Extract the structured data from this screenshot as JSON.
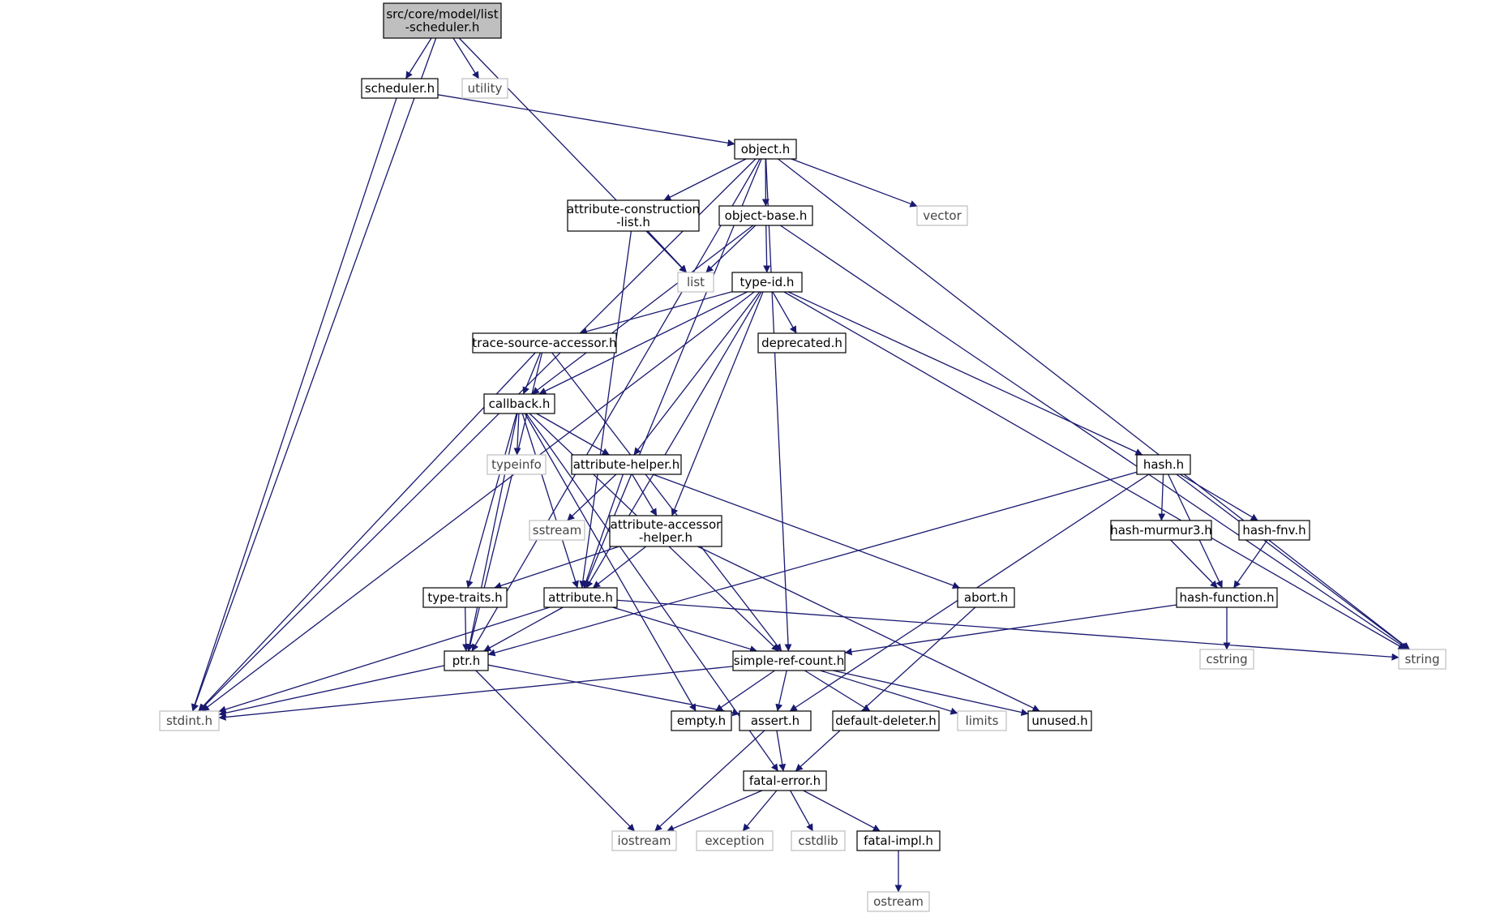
{
  "colors": {
    "edge": "#191970",
    "root_fill": "#bfbfbf",
    "node_fill": "#ffffff",
    "node_border": "#000000",
    "external_border": "#bfbfbf",
    "external_text": "#444444"
  },
  "nodes": [
    {
      "id": "list-scheduler",
      "lines": [
        "src/core/model/list",
        "-scheduler.h"
      ],
      "kind": "root"
    },
    {
      "id": "scheduler",
      "lines": [
        "scheduler.h"
      ],
      "kind": "file"
    },
    {
      "id": "utility",
      "lines": [
        "utility"
      ],
      "kind": "external"
    },
    {
      "id": "object",
      "lines": [
        "object.h"
      ],
      "kind": "file"
    },
    {
      "id": "attribute-construction-list",
      "lines": [
        "attribute-construction",
        "-list.h"
      ],
      "kind": "file"
    },
    {
      "id": "object-base",
      "lines": [
        "object-base.h"
      ],
      "kind": "file"
    },
    {
      "id": "vector",
      "lines": [
        "vector"
      ],
      "kind": "external"
    },
    {
      "id": "list",
      "lines": [
        "list"
      ],
      "kind": "external"
    },
    {
      "id": "type-id",
      "lines": [
        "type-id.h"
      ],
      "kind": "file"
    },
    {
      "id": "trace-source-accessor",
      "lines": [
        "trace-source-accessor.h"
      ],
      "kind": "file"
    },
    {
      "id": "deprecated",
      "lines": [
        "deprecated.h"
      ],
      "kind": "file"
    },
    {
      "id": "callback",
      "lines": [
        "callback.h"
      ],
      "kind": "file"
    },
    {
      "id": "typeinfo",
      "lines": [
        "typeinfo"
      ],
      "kind": "external"
    },
    {
      "id": "attribute-helper",
      "lines": [
        "attribute-helper.h"
      ],
      "kind": "file"
    },
    {
      "id": "sstream",
      "lines": [
        "sstream"
      ],
      "kind": "external"
    },
    {
      "id": "attribute-accessor-helper",
      "lines": [
        "attribute-accessor",
        "-helper.h"
      ],
      "kind": "file"
    },
    {
      "id": "hash",
      "lines": [
        "hash.h"
      ],
      "kind": "file"
    },
    {
      "id": "hash-murmur3",
      "lines": [
        "hash-murmur3.h"
      ],
      "kind": "file"
    },
    {
      "id": "hash-fnv",
      "lines": [
        "hash-fnv.h"
      ],
      "kind": "file"
    },
    {
      "id": "hash-function",
      "lines": [
        "hash-function.h"
      ],
      "kind": "file"
    },
    {
      "id": "type-traits",
      "lines": [
        "type-traits.h"
      ],
      "kind": "file"
    },
    {
      "id": "attribute",
      "lines": [
        "attribute.h"
      ],
      "kind": "file"
    },
    {
      "id": "abort",
      "lines": [
        "abort.h"
      ],
      "kind": "file"
    },
    {
      "id": "ptr",
      "lines": [
        "ptr.h"
      ],
      "kind": "file"
    },
    {
      "id": "simple-ref-count",
      "lines": [
        "simple-ref-count.h"
      ],
      "kind": "file"
    },
    {
      "id": "cstring",
      "lines": [
        "cstring"
      ],
      "kind": "external"
    },
    {
      "id": "string",
      "lines": [
        "string"
      ],
      "kind": "external"
    },
    {
      "id": "stdint",
      "lines": [
        "stdint.h"
      ],
      "kind": "external"
    },
    {
      "id": "empty",
      "lines": [
        "empty.h"
      ],
      "kind": "file"
    },
    {
      "id": "assert",
      "lines": [
        "assert.h"
      ],
      "kind": "file"
    },
    {
      "id": "default-deleter",
      "lines": [
        "default-deleter.h"
      ],
      "kind": "file"
    },
    {
      "id": "limits",
      "lines": [
        "limits"
      ],
      "kind": "external"
    },
    {
      "id": "unused",
      "lines": [
        "unused.h"
      ],
      "kind": "file"
    },
    {
      "id": "fatal-error",
      "lines": [
        "fatal-error.h"
      ],
      "kind": "file"
    },
    {
      "id": "iostream",
      "lines": [
        "iostream"
      ],
      "kind": "external"
    },
    {
      "id": "exception",
      "lines": [
        "exception"
      ],
      "kind": "external"
    },
    {
      "id": "cstdlib",
      "lines": [
        "cstdlib"
      ],
      "kind": "external"
    },
    {
      "id": "fatal-impl",
      "lines": [
        "fatal-impl.h"
      ],
      "kind": "file"
    },
    {
      "id": "ostream",
      "lines": [
        "ostream"
      ],
      "kind": "external"
    }
  ],
  "edges": [
    [
      "list-scheduler",
      "scheduler"
    ],
    [
      "list-scheduler",
      "utility"
    ],
    [
      "list-scheduler",
      "list"
    ],
    [
      "list-scheduler",
      "stdint"
    ],
    [
      "scheduler",
      "object"
    ],
    [
      "scheduler",
      "stdint"
    ],
    [
      "object",
      "attribute-construction-list"
    ],
    [
      "object",
      "object-base"
    ],
    [
      "object",
      "vector"
    ],
    [
      "object",
      "string"
    ],
    [
      "object",
      "stdint"
    ],
    [
      "object",
      "ptr"
    ],
    [
      "object",
      "attribute"
    ],
    [
      "object",
      "simple-ref-count"
    ],
    [
      "attribute-construction-list",
      "list"
    ],
    [
      "attribute-construction-list",
      "attribute"
    ],
    [
      "object-base",
      "list"
    ],
    [
      "object-base",
      "type-id"
    ],
    [
      "object-base",
      "callback"
    ],
    [
      "object-base",
      "string"
    ],
    [
      "type-id",
      "trace-source-accessor"
    ],
    [
      "type-id",
      "deprecated"
    ],
    [
      "type-id",
      "callback"
    ],
    [
      "type-id",
      "attribute-helper"
    ],
    [
      "type-id",
      "attribute-accessor-helper"
    ],
    [
      "type-id",
      "hash"
    ],
    [
      "type-id",
      "attribute"
    ],
    [
      "type-id",
      "stdint"
    ],
    [
      "type-id",
      "string"
    ],
    [
      "trace-source-accessor",
      "callback"
    ],
    [
      "trace-source-accessor",
      "ptr"
    ],
    [
      "trace-source-accessor",
      "simple-ref-count"
    ],
    [
      "trace-source-accessor",
      "stdint"
    ],
    [
      "callback",
      "typeinfo"
    ],
    [
      "callback",
      "attribute-helper"
    ],
    [
      "callback",
      "type-traits"
    ],
    [
      "callback",
      "attribute"
    ],
    [
      "callback",
      "ptr"
    ],
    [
      "callback",
      "simple-ref-count"
    ],
    [
      "callback",
      "fatal-error"
    ],
    [
      "callback",
      "empty"
    ],
    [
      "attribute-helper",
      "sstream"
    ],
    [
      "attribute-helper",
      "attribute-accessor-helper"
    ],
    [
      "attribute-helper",
      "attribute"
    ],
    [
      "attribute-helper",
      "abort"
    ],
    [
      "attribute-accessor-helper",
      "type-traits"
    ],
    [
      "attribute-accessor-helper",
      "attribute"
    ],
    [
      "attribute-accessor-helper",
      "unused"
    ],
    [
      "hash",
      "hash-murmur3"
    ],
    [
      "hash",
      "hash-fnv"
    ],
    [
      "hash",
      "hash-function"
    ],
    [
      "hash",
      "string"
    ],
    [
      "hash",
      "ptr"
    ],
    [
      "hash",
      "assert"
    ],
    [
      "hash-murmur3",
      "hash-function"
    ],
    [
      "hash-fnv",
      "hash-function"
    ],
    [
      "hash-function",
      "cstring"
    ],
    [
      "hash-function",
      "simple-ref-count"
    ],
    [
      "type-traits",
      "ptr"
    ],
    [
      "attribute",
      "ptr"
    ],
    [
      "attribute",
      "simple-ref-count"
    ],
    [
      "attribute",
      "string"
    ],
    [
      "attribute",
      "stdint"
    ],
    [
      "abort",
      "fatal-error"
    ],
    [
      "ptr",
      "stdint"
    ],
    [
      "ptr",
      "assert"
    ],
    [
      "ptr",
      "iostream"
    ],
    [
      "simple-ref-count",
      "stdint"
    ],
    [
      "simple-ref-count",
      "empty"
    ],
    [
      "simple-ref-count",
      "assert"
    ],
    [
      "simple-ref-count",
      "default-deleter"
    ],
    [
      "simple-ref-count",
      "limits"
    ],
    [
      "simple-ref-count",
      "unused"
    ],
    [
      "assert",
      "fatal-error"
    ],
    [
      "assert",
      "iostream"
    ],
    [
      "fatal-error",
      "iostream"
    ],
    [
      "fatal-error",
      "exception"
    ],
    [
      "fatal-error",
      "cstdlib"
    ],
    [
      "fatal-error",
      "fatal-impl"
    ],
    [
      "fatal-impl",
      "ostream"
    ]
  ]
}
